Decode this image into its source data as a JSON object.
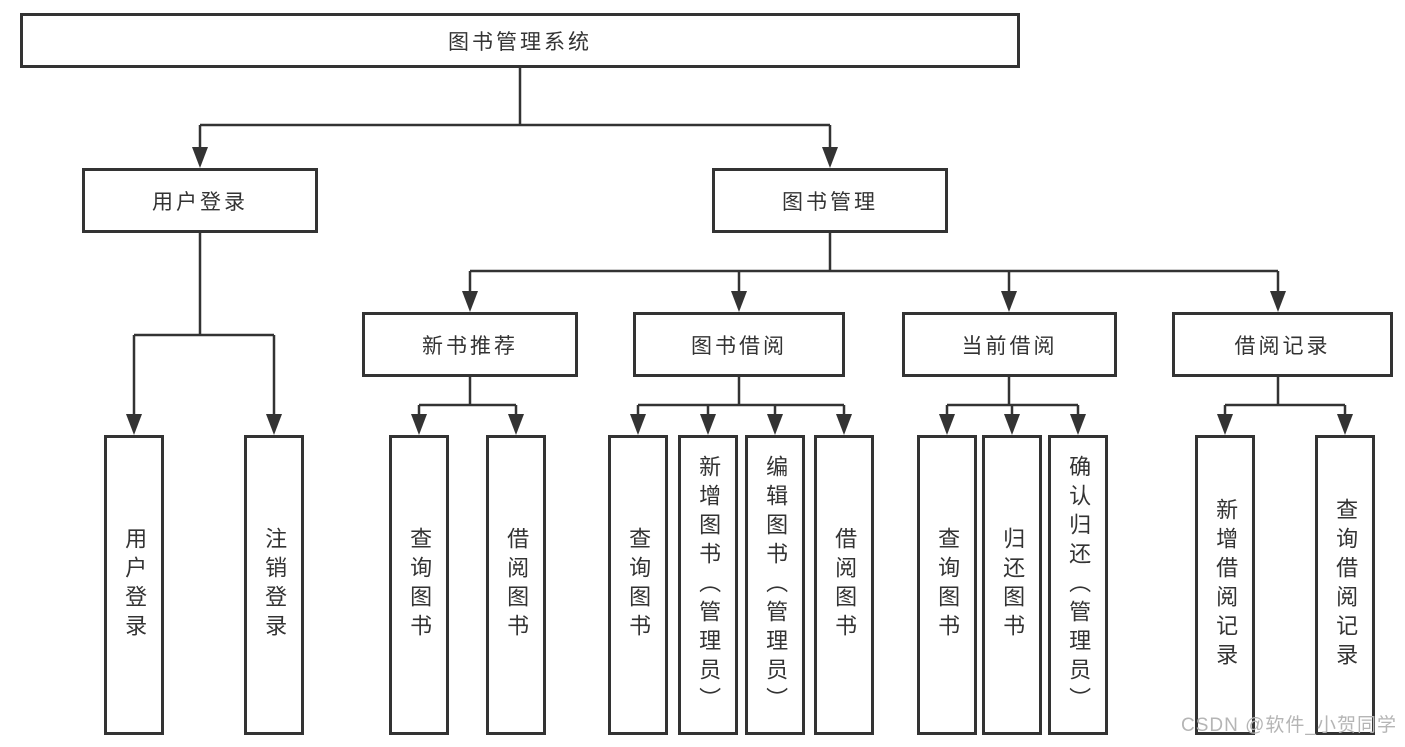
{
  "tree": {
    "label": "图书管理系统",
    "children": [
      {
        "label": "用户登录",
        "children": [
          {
            "label": "用户登录"
          },
          {
            "label": "注销登录"
          }
        ]
      },
      {
        "label": "图书管理",
        "children": [
          {
            "label": "新书推荐",
            "children": [
              {
                "label": "查询图书"
              },
              {
                "label": "借阅图书"
              }
            ]
          },
          {
            "label": "图书借阅",
            "children": [
              {
                "label": "查询图书"
              },
              {
                "label": "新增图书（管理员）"
              },
              {
                "label": "编辑图书（管理员）"
              },
              {
                "label": "借阅图书"
              }
            ]
          },
          {
            "label": "当前借阅",
            "children": [
              {
                "label": "查询图书"
              },
              {
                "label": "归还图书"
              },
              {
                "label": "确认归还（管理员）"
              }
            ]
          },
          {
            "label": "借阅记录",
            "children": [
              {
                "label": "新增借阅记录"
              },
              {
                "label": "查询借阅记录"
              }
            ]
          }
        ]
      }
    ]
  },
  "watermark": "CSDN @软件_小贺同学",
  "colors": {
    "line": "#333333",
    "box_border": "#333333",
    "text": "#333333",
    "watermark": "#b5b5b5",
    "background": "#ffffff"
  }
}
